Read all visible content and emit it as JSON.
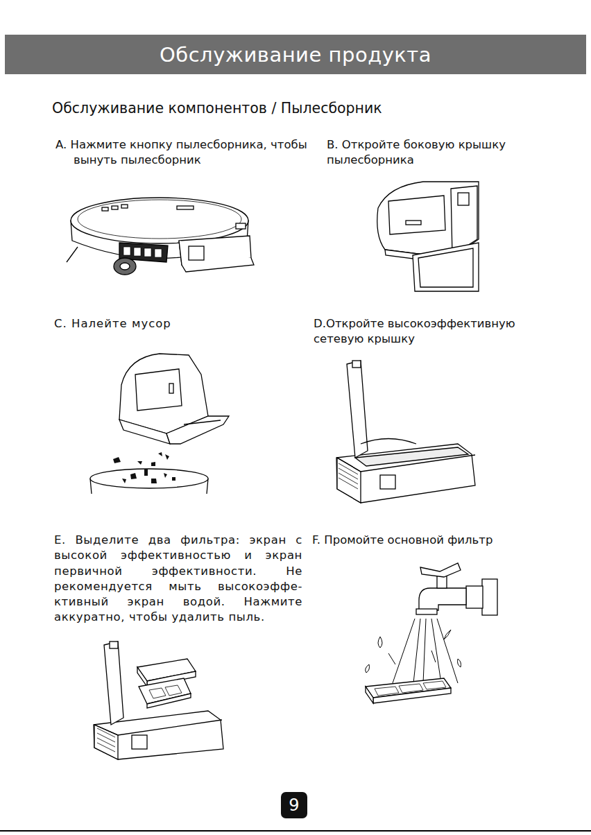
{
  "diagram": {
    "title": "Обслуживание продукта",
    "nodes": [
      {
        "text": [
          "9"
        ]
      }
    ],
    "labels": [
      "Обслуживание компонентов / Пылесборник",
      "A. Нажмите кнопку пылесборника, чтобы вынуть пылесборник",
      "B. Откройте боковую крышку пылесборника",
      "C. Налейте мусор",
      "D.Откройте высокоэффективную сетевую крышку",
      "E. Выделите два фильтра: экран с высокой эффективностью и экран первичной эффективности. Не рекомендуется мыть высокоэффе- ктивный экран водой. Нажмите аккуратно, чтобы удалить пыль.",
      "F. Промойте основной фильтр"
    ]
  }
}
